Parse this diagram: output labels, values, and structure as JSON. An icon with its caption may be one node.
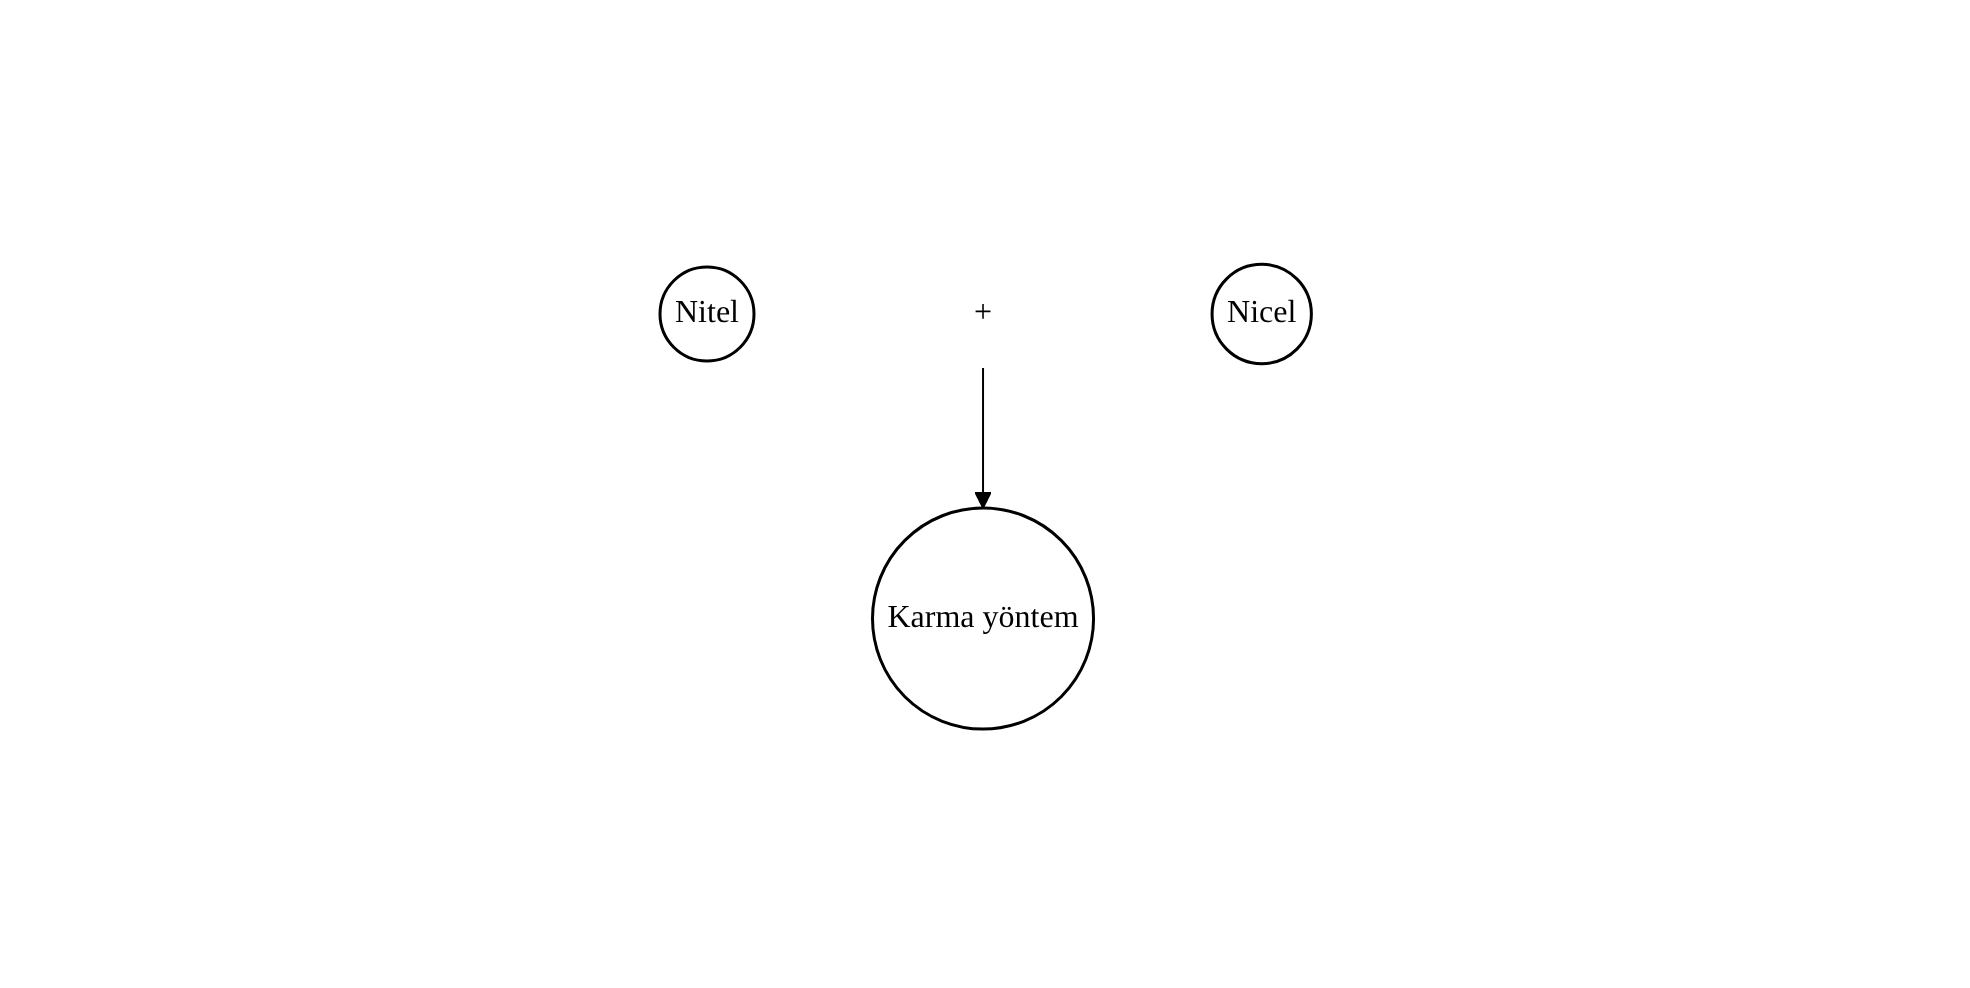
{
  "diagram": {
    "nodes": [
      {
        "text": [
          "Nitel"
        ]
      },
      {
        "text": [
          "+"
        ]
      },
      {
        "text": [
          "Nicel"
        ]
      },
      {
        "text": [
          "Karma yöntem"
        ]
      }
    ],
    "edges": [
      {
        "from": 1,
        "to": 3,
        "arrow": "to"
      }
    ]
  }
}
